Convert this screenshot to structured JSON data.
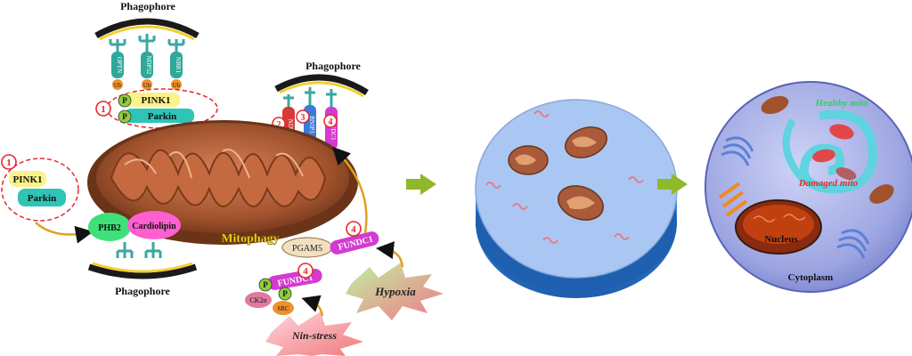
{
  "labels": {
    "phagophore_top": "Phagophore",
    "phagophore_right": "Phagophore",
    "phagophore_bottom": "Phagophore",
    "pink1": "PINK1",
    "parkin": "Parkin",
    "pink1_left": "PINK1",
    "parkin_left": "Parkin",
    "phb2": "PHB2",
    "cardiolipin": "Cardiolipin",
    "mitophagy": "Mitophagy",
    "pgam5": "PGAM5",
    "fundc1_right": "FUNDC1",
    "fundc1_bottom": "FUNDC1",
    "ck2a": "CK2α",
    "src": "SRC",
    "hypoxia": "Hypoxia",
    "nin_stress": "Nin-stress",
    "healthy_mito": "Healthy mito",
    "damaged_mito": "Damaged mito",
    "nucleus": "Nucleus",
    "cytoplasm": "Cytoplasm",
    "p": "P",
    "ub": "Ub",
    "receptor_optn": "OPTN",
    "receptor_ndp52": "NDP52",
    "receptor_nbr1": "NBR1",
    "receptor_nix": "NIX",
    "receptor_bnip3": "BNIP3",
    "receptor_fundc1": "FUNDC1",
    "step1": "1",
    "step2": "2",
    "step3": "3",
    "step4": "4"
  },
  "colors": {
    "marker_red": "#e8262a",
    "arrow_green": "#8fb82a",
    "phagophore_black": "#1a1a1a",
    "phagophore_yellow": "#f2cf2e",
    "receptor_teal": "#3aa8a0",
    "mito_brown": "#a85a3a",
    "pink1_yellow": "#fbf28a",
    "parkin_teal": "#2ec4b6",
    "phb2_green": "#3fe07a",
    "cardiolipin_pink": "#ff5fd0",
    "fundc1_magenta": "#d43ad0",
    "mitophagy_yellow": "#f5e21a",
    "dish_blue": "#a9c7f2",
    "cell_lavender": "#9fa6e0"
  }
}
